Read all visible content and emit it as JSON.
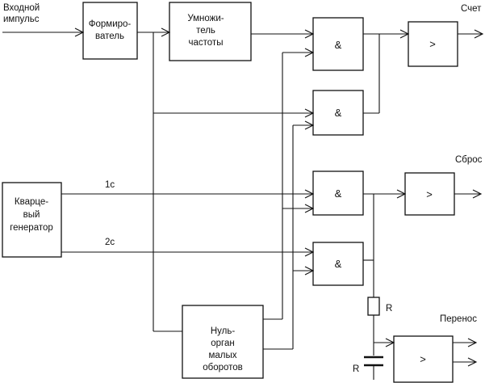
{
  "labels": {
    "input_line1": "Входной",
    "input_line2": "импульс",
    "shaper_line1": "Формиро-",
    "shaper_line2": "ватель",
    "mult_line1": "Умножи-",
    "mult_line2": "тель",
    "mult_line3": "частоты",
    "quartz_line1": "Кварце-",
    "quartz_line2": "вый",
    "quartz_line3": "генератор",
    "null_line1": "Нуль-",
    "null_line2": "орган",
    "null_line3": "малых",
    "null_line4": "оборотов",
    "and_symbol": "&",
    "amp_symbol": ">",
    "count": "Счет",
    "reset": "Сброс",
    "carry": "Перенос",
    "signal_1s": "1с",
    "signal_2s": "2с",
    "resistor": "R",
    "capacitor": "R"
  }
}
